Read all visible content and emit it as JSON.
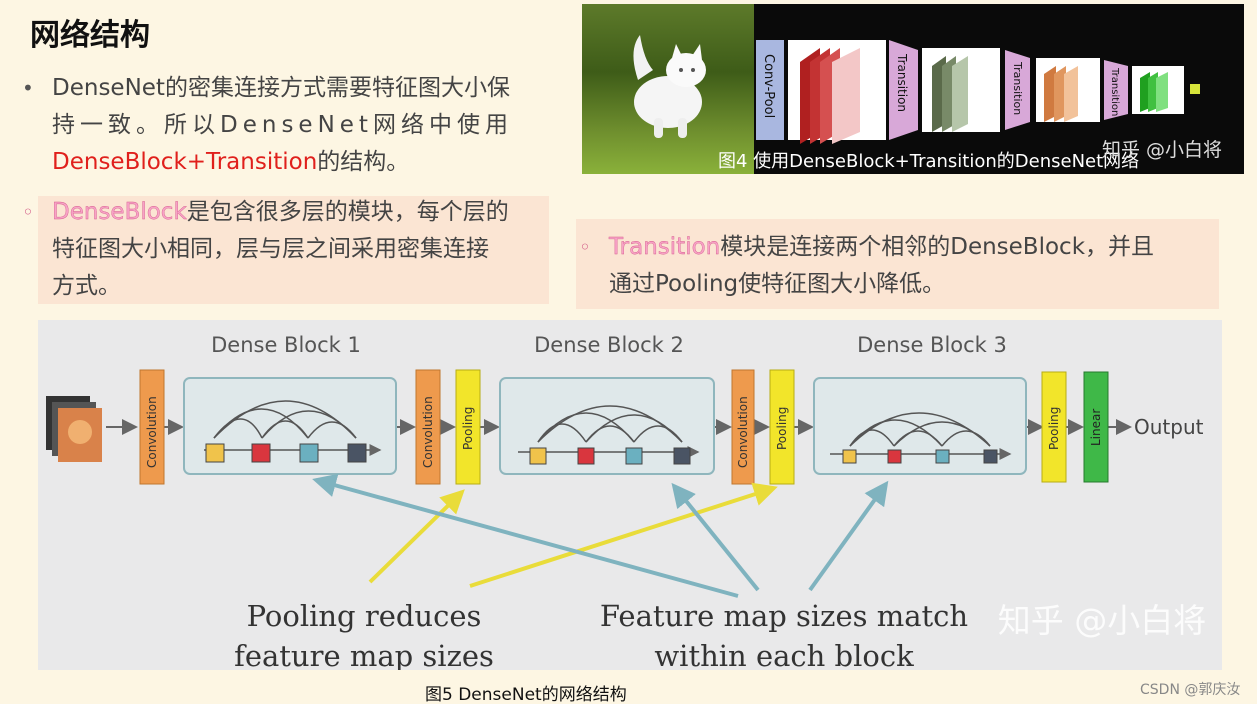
{
  "title": "网络结构",
  "bullet1": {
    "line1": "DenseNet的密集连接方式需要特征图大小保",
    "line2": "持一致。所以DenseNet网络中使用",
    "line3_red": "DenseBlock+Transition",
    "line3_rest": "的结构。"
  },
  "sub1": {
    "highlight": "DenseBlock",
    "line1_rest": "是包含很多层的模块，每个层的",
    "line2": "特征图大小相同，层与层之间采用密集连接",
    "line3": "方式。"
  },
  "sub2": {
    "highlight": "Transition",
    "line1_rest": "模块是连接两个相邻的DenseBlock，并且",
    "line2": "通过Pooling使特征图大小降低。"
  },
  "fig4": {
    "caption": "图4 使用DenseBlock+Transition的DenseNet网络",
    "watermark": "知乎 @小白将",
    "labels": {
      "convpool": "Conv-Pool",
      "transition": "Transition"
    }
  },
  "fig5": {
    "caption": "图5 DenseNet的网络结构",
    "watermark": "知乎 @小白将",
    "block_titles": [
      "Dense Block 1",
      "Dense Block 2",
      "Dense Block 3"
    ],
    "labels": {
      "convolution": "Convolution",
      "pooling": "Pooling",
      "linear": "Linear",
      "output": "Output"
    },
    "annotation_left": [
      "Pooling reduces",
      "feature map sizes"
    ],
    "annotation_right": [
      "Feature map sizes match",
      "within each block"
    ]
  },
  "footer": {
    "csdn": "CSDN @郭庆汝"
  },
  "colors": {
    "red_text": "#e0201c",
    "pink_highlight": "#f7a3c6",
    "box_bg": "#fbe5d3",
    "conv_orange": "#ee9a4d",
    "pool_yellow": "#f2e52a",
    "linear_green": "#3fb848",
    "arrow_yellow": "#e9dc3a",
    "arrow_teal": "#7fb3bf"
  }
}
